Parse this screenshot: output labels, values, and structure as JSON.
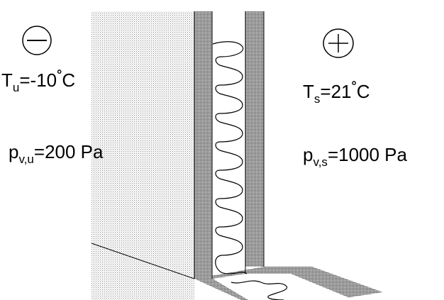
{
  "outside": {
    "sign": "−",
    "temperature": {
      "symbol": "T",
      "subscript": "u",
      "value": "=-10",
      "degree": "°",
      "unit": "C"
    },
    "vapour_pressure": {
      "symbol": "p",
      "subscript": "v,u",
      "value": "=200 Pa"
    }
  },
  "inside": {
    "sign": "+",
    "temperature": {
      "symbol": "T",
      "subscript": "s",
      "value": "=21",
      "degree": "°",
      "unit": "C"
    },
    "vapour_pressure": {
      "symbol": "p",
      "subscript": "v,s",
      "value": "=1000 Pa"
    }
  }
}
